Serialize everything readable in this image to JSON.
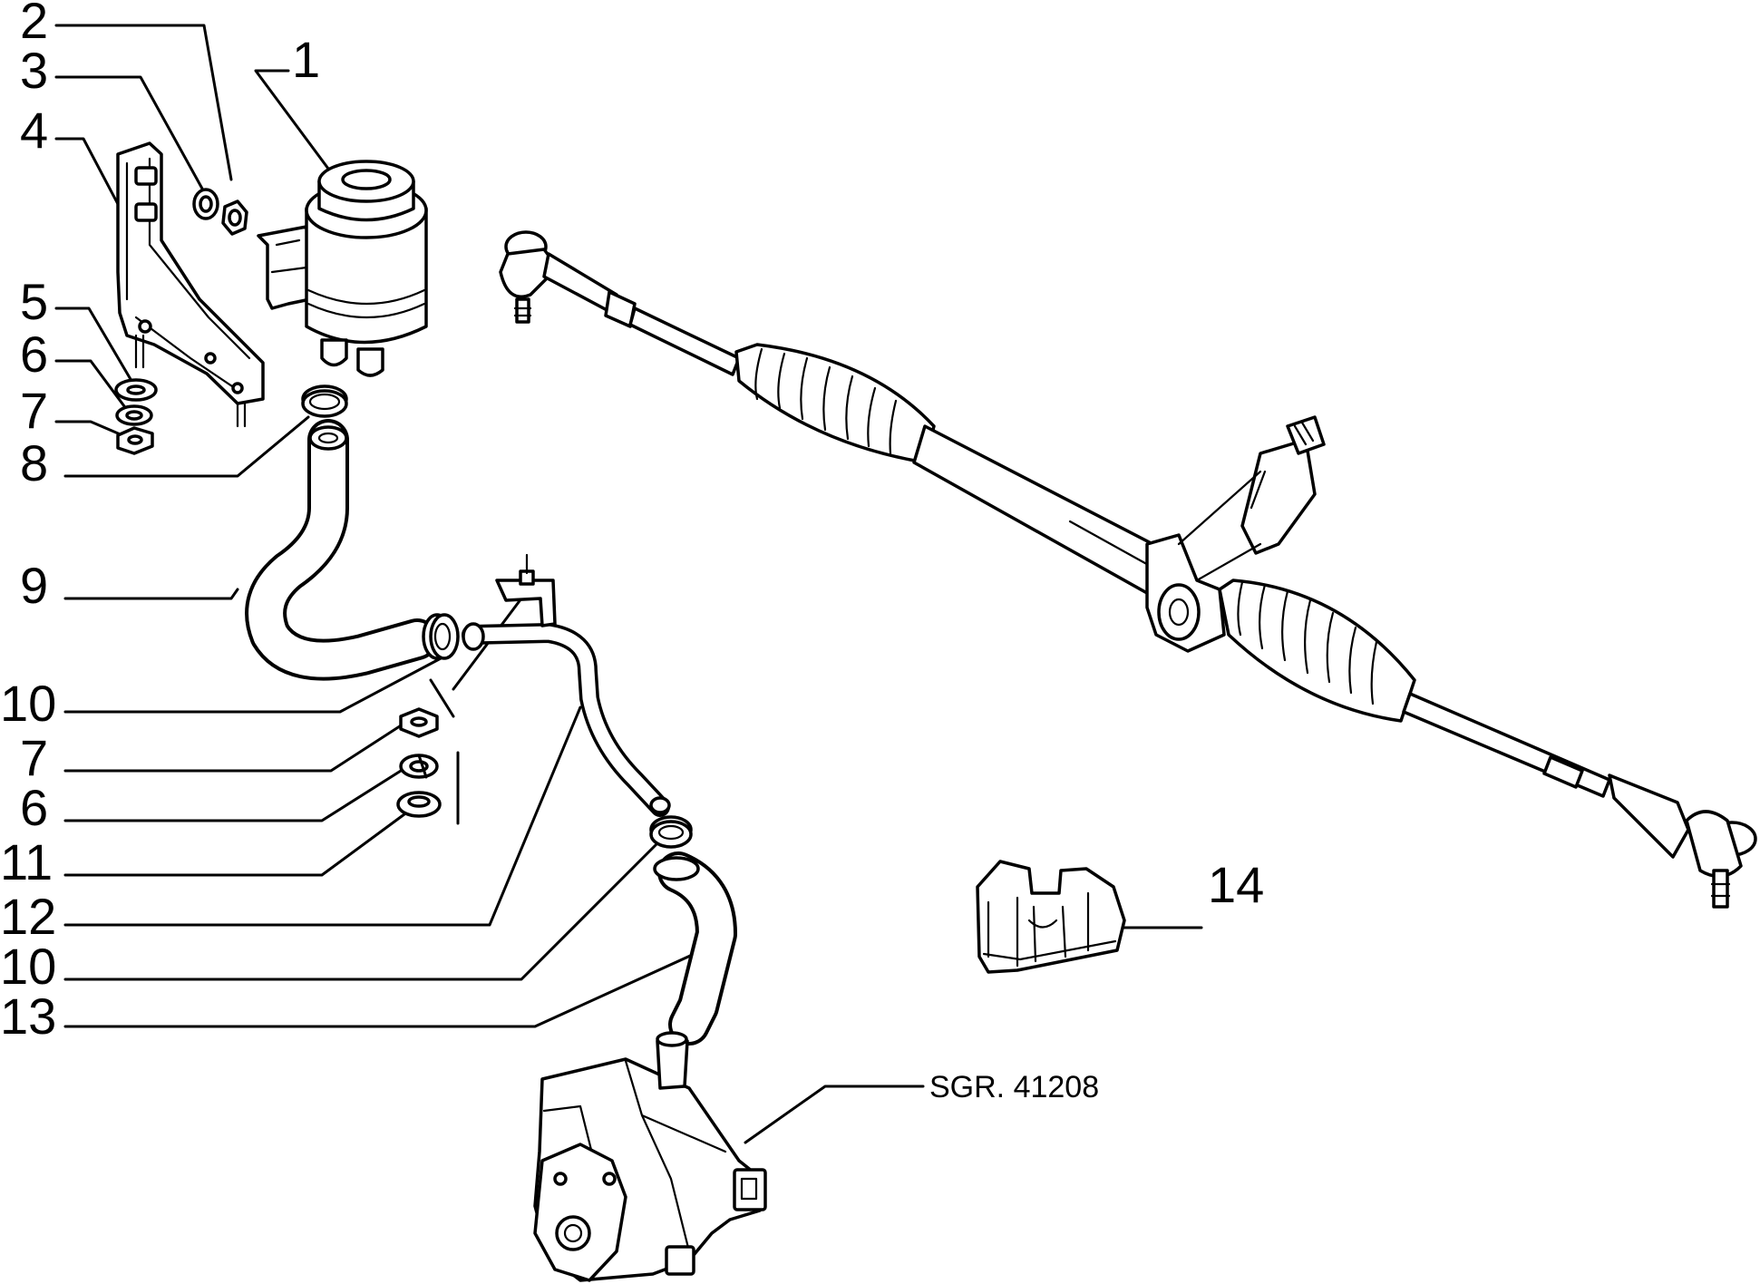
{
  "diagram": {
    "callouts": [
      {
        "id": "c2",
        "number": "2"
      },
      {
        "id": "c3",
        "number": "3"
      },
      {
        "id": "c4",
        "number": "4"
      },
      {
        "id": "c1",
        "number": "1"
      },
      {
        "id": "c5",
        "number": "5"
      },
      {
        "id": "c6a",
        "number": "6"
      },
      {
        "id": "c7a",
        "number": "7"
      },
      {
        "id": "c8",
        "number": "8"
      },
      {
        "id": "c9",
        "number": "9"
      },
      {
        "id": "c10a",
        "number": "10"
      },
      {
        "id": "c7b",
        "number": "7"
      },
      {
        "id": "c6b",
        "number": "6"
      },
      {
        "id": "c11",
        "number": "11"
      },
      {
        "id": "c12",
        "number": "12"
      },
      {
        "id": "c10b",
        "number": "10"
      },
      {
        "id": "c13",
        "number": "13"
      },
      {
        "id": "c14",
        "number": "14"
      }
    ],
    "reference": "SGR. 41208"
  }
}
